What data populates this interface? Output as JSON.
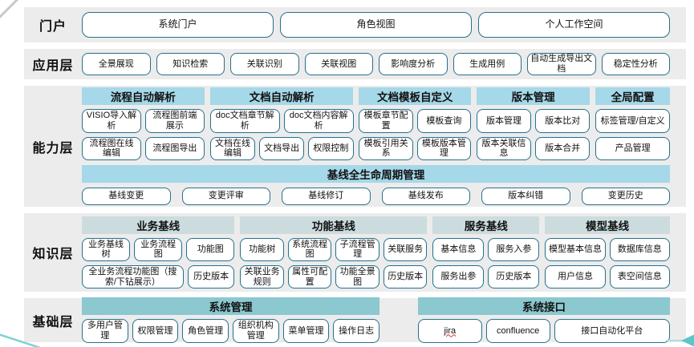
{
  "colors": {
    "band_bg": "#ececec",
    "box_border": "#26708b",
    "capability_header_bg": "#a5d8e9",
    "knowledge_header_bg": "#ccdcde",
    "foundation_header_bg": "#8bc8cf",
    "misspell_underline": "#e03030",
    "corner_teal": "#6fc9cf",
    "corner_gray": "#c9c9c9"
  },
  "layers": [
    {
      "id": "portal",
      "label": "门户",
      "items": [
        "系统门户",
        "角色视图",
        "个人工作空间"
      ]
    },
    {
      "id": "application",
      "label": "应用层",
      "items": [
        "全景展现",
        "知识检索",
        "关联识别",
        "关联视图",
        "影响度分析",
        "生成用例",
        "自动生成导出文档",
        "稳定性分析"
      ]
    },
    {
      "id": "capability",
      "label": "能力层",
      "groups": [
        {
          "title": "流程自动解析",
          "rows": [
            [
              "VISIO导入解析",
              "流程图前端展示"
            ],
            [
              "流程图在线编辑",
              "流程图导出"
            ]
          ]
        },
        {
          "title": "文档自动解析",
          "rows": [
            [
              "doc文档章节解析",
              "doc文档内容解析"
            ],
            [
              "文档在线编辑",
              "文档导出",
              "权限控制"
            ]
          ]
        },
        {
          "title": "文档模板自定义",
          "rows": [
            [
              "模板章节配置",
              "模板查询"
            ],
            [
              "模板引用关系",
              "模板版本管理"
            ]
          ]
        },
        {
          "title": "版本管理",
          "rows": [
            [
              "版本管理",
              "版本比对"
            ],
            [
              "版本关联信息",
              "版本合并"
            ]
          ]
        },
        {
          "title": "全局配置",
          "rows": [
            [
              "标签管理/自定义"
            ],
            [
              "产品管理"
            ]
          ]
        }
      ],
      "baseline": {
        "title": "基线全生命周期管理",
        "items": [
          "基线变更",
          "变更评审",
          "基线修订",
          "基线发布",
          "版本纠错",
          "变更历史"
        ]
      }
    },
    {
      "id": "knowledge",
      "label": "知识层",
      "groups": [
        {
          "title": "业务基线",
          "rows": [
            [
              "业务基线树",
              "业务流程图",
              "功能图"
            ],
            [
              "全业务流程功能图（搜索/下钻展示）",
              "历史版本"
            ]
          ]
        },
        {
          "title": "功能基线",
          "rows": [
            [
              "功能树",
              "系统流程图",
              "子流程管理",
              "关联服务"
            ],
            [
              "关联业务规则",
              "属性可配置",
              "功能全景图",
              "历史版本"
            ]
          ]
        },
        {
          "title": "服务基线",
          "rows": [
            [
              "基本信息",
              "服务入参"
            ],
            [
              "服务出参",
              "历史版本"
            ]
          ]
        },
        {
          "title": "模型基线",
          "rows": [
            [
              "模型基本信息",
              "数据库信息"
            ],
            [
              "用户信息",
              "表空间信息"
            ]
          ]
        }
      ]
    },
    {
      "id": "foundation",
      "label": "基础层",
      "groups": [
        {
          "title": "系统管理",
          "rows": [
            [
              "多用户管理",
              "权限管理",
              "角色管理",
              "组织机构管理",
              "菜单管理",
              "操作日志"
            ]
          ]
        },
        {
          "title": "系统接口",
          "rows": [
            [
              "jira",
              "confluence",
              "接口自动化平台"
            ]
          ]
        }
      ]
    }
  ],
  "misspelled_items": [
    "jira"
  ]
}
